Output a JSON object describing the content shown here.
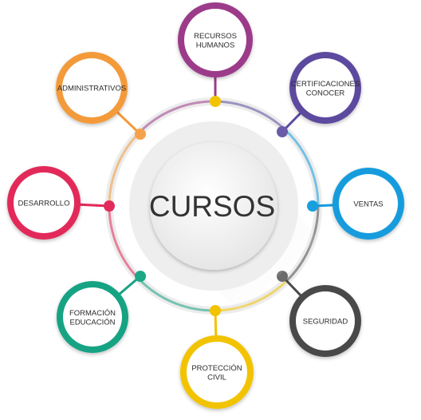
{
  "hub": {
    "label": "CURSOS"
  },
  "nodes": [
    {
      "id": "rh",
      "lines": [
        "RECURSOS",
        "HUMANOS"
      ],
      "color": "#9c3a8a",
      "dot": "#f2c300"
    },
    {
      "id": "cert",
      "lines": [
        "CERTIFICACIONES",
        "CONOCER"
      ],
      "color": "#5d4a9e",
      "dot": "#6a5aa8"
    },
    {
      "id": "ventas",
      "lines": [
        "VENTAS"
      ],
      "color": "#139cdc",
      "dot": "#1a9fde"
    },
    {
      "id": "seg",
      "lines": [
        "SEGURIDAD"
      ],
      "color": "#4a4a4a",
      "dot": "#6b6b6b"
    },
    {
      "id": "prot",
      "lines": [
        "PROTECCIÓN",
        "CIVIL"
      ],
      "color": "#f2c300",
      "dot": "#f2c300"
    },
    {
      "id": "form",
      "lines": [
        "FORMACIÓN",
        "EDUCACIÓN"
      ],
      "color": "#15a384",
      "dot": "#1aa886"
    },
    {
      "id": "desa",
      "lines": [
        "DESARROLLO"
      ],
      "color": "#e22a5a",
      "dot": "#e02b5c"
    },
    {
      "id": "adm",
      "lines": [
        "ADMINISTRATIVOS"
      ],
      "color": "#f39a3a",
      "dot": "#f5a24b"
    }
  ]
}
